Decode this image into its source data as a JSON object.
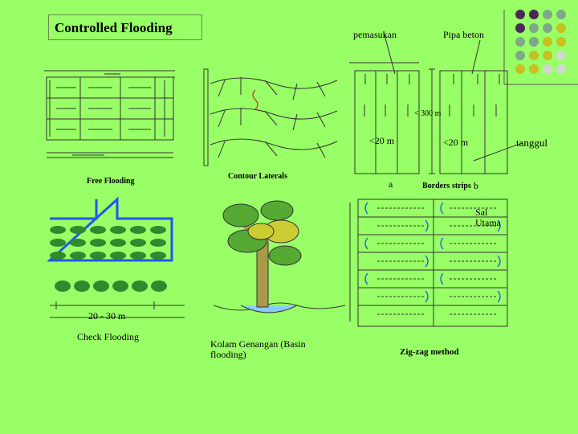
{
  "title": "Controlled Flooding",
  "labels": {
    "pemasukan": "pemasukan",
    "pipa_beton": "Pipa beton",
    "dist_300": "< 300 m",
    "lt20_left": "<20 m",
    "lt20_right": "<20 m",
    "tanggul": "tanggul",
    "free_flooding": "Free Flooding",
    "contour_laterals": "Contour Laterals",
    "label_a": "a",
    "borders_strips": "Borders strips",
    "label_b": "b",
    "sal_utama": "Sal\nUtama",
    "dist_20_30": "20 - 30 m",
    "check_flooding": "Check Flooding",
    "kolam_genangan": "Kolam Genangan (Basin flooding)",
    "zigzag": "Zig-zag method"
  },
  "colors": {
    "background": "#99ff66",
    "dot_purple": "#4a2a55",
    "dot_teal": "#7fa88a",
    "dot_yellow": "#c8c020",
    "dot_light": "#d0d8d0",
    "canal_blue": "#2255ee",
    "plant_green": "#2d8a2d",
    "tree_green": "#55aa33",
    "tree_yellow": "#cccc33",
    "trunk": "#a89a4a"
  }
}
